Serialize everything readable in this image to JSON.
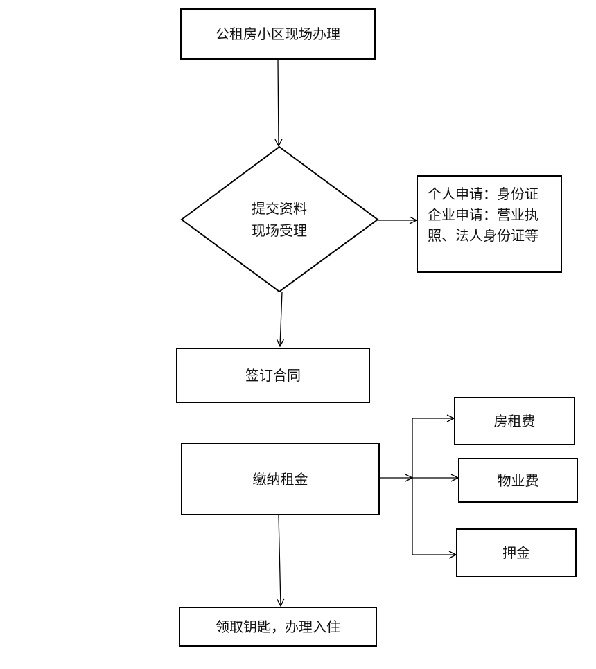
{
  "diagram": {
    "nodes": {
      "start": "公租房小区现场办理",
      "decision": [
        "提交资料",
        "现场受理"
      ],
      "docs_note": [
        "个人申请：身份证",
        "企业申请：营业执",
        "照、法人身份证等"
      ],
      "sign": "签订合同",
      "pay": "缴纳租金",
      "rent": "房租费",
      "property": "物业费",
      "deposit": "押金",
      "finish": "领取钥匙，办理入住"
    }
  }
}
